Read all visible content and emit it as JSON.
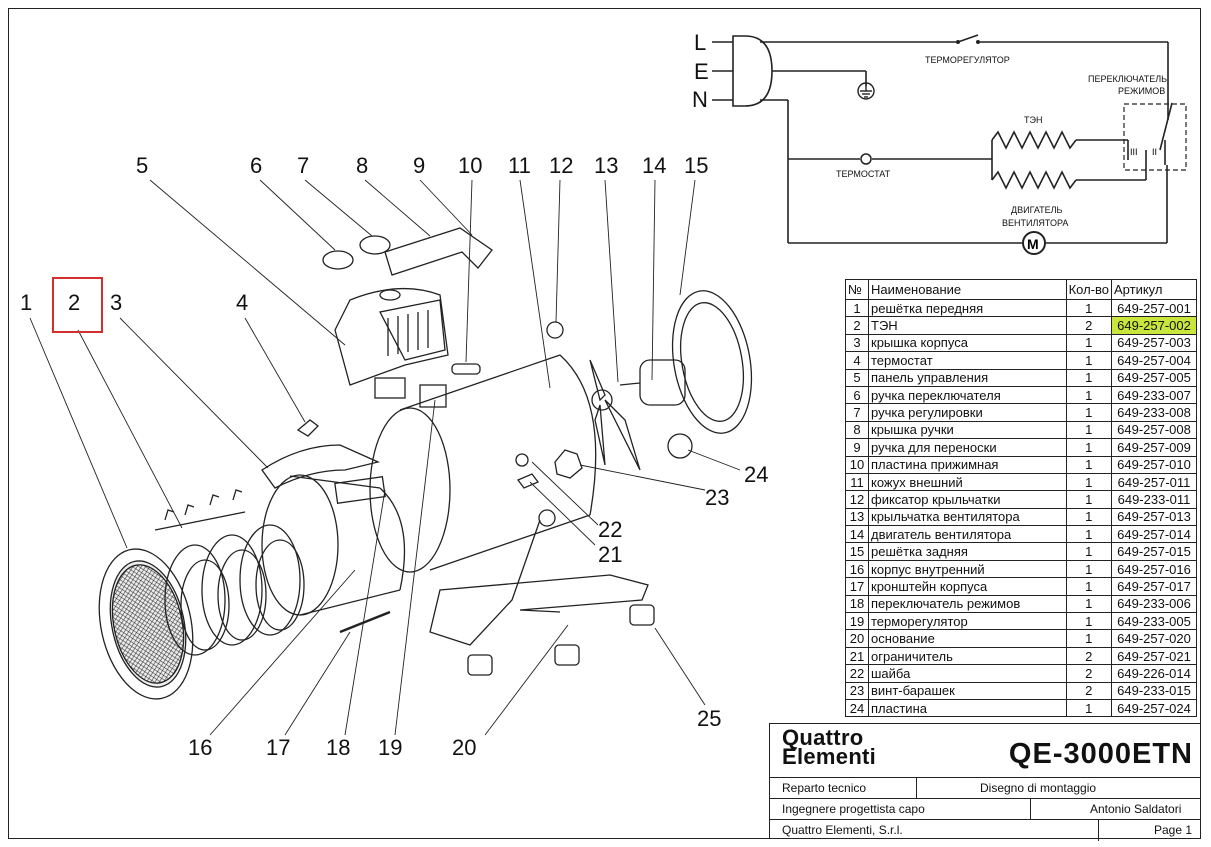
{
  "wiring": {
    "terminals": [
      "L",
      "E",
      "N"
    ],
    "thermoregulator": "ТЕРМОРЕГУЛЯТОР",
    "mode_switch_line1": "ПЕРЕКЛЮЧАТЕЛЬ",
    "mode_switch_line2": "РЕЖИМОВ",
    "heater": "ТЭН",
    "thermostat": "ТЕРМОСТАТ",
    "motor_line1": "ДВИГАТЕЛЬ",
    "motor_line2": "ВЕНТИЛЯТОРА",
    "motor_symbol": "M",
    "switch_pos_a": "III",
    "switch_pos_b": "II"
  },
  "callouts": [
    "1",
    "2",
    "3",
    "4",
    "5",
    "6",
    "7",
    "8",
    "9",
    "10",
    "11",
    "12",
    "13",
    "14",
    "15",
    "16",
    "17",
    "18",
    "19",
    "20",
    "21",
    "22",
    "23",
    "24",
    "25"
  ],
  "highlighted_callout": "2",
  "parts_table": {
    "headers": [
      "№",
      "Наименование",
      "Кол-во",
      "Артикул"
    ],
    "rows": [
      [
        "1",
        "решётка передняя",
        "1",
        "649-257-001"
      ],
      [
        "2",
        "ТЭН",
        "2",
        "649-257-002"
      ],
      [
        "3",
        "крышка корпуса",
        "1",
        "649-257-003"
      ],
      [
        "4",
        "термостат",
        "1",
        "649-257-004"
      ],
      [
        "5",
        "панель управления",
        "1",
        "649-257-005"
      ],
      [
        "6",
        "ручка переключателя",
        "1",
        "649-233-007"
      ],
      [
        "7",
        "ручка регулировки",
        "1",
        "649-233-008"
      ],
      [
        "8",
        "крышка ручки",
        "1",
        "649-257-008"
      ],
      [
        "9",
        "ручка для переноски",
        "1",
        "649-257-009"
      ],
      [
        "10",
        "пластина прижимная",
        "1",
        "649-257-010"
      ],
      [
        "11",
        "кожух внешний",
        "1",
        "649-257-011"
      ],
      [
        "12",
        "фиксатор крыльчатки",
        "1",
        "649-233-011"
      ],
      [
        "13",
        "крыльчатка вентилятора",
        "1",
        "649-257-013"
      ],
      [
        "14",
        "двигатель вентилятора",
        "1",
        "649-257-014"
      ],
      [
        "15",
        "решётка задняя",
        "1",
        "649-257-015"
      ],
      [
        "16",
        "корпус внутренний",
        "1",
        "649-257-016"
      ],
      [
        "17",
        "кронштейн корпуса",
        "1",
        "649-257-017"
      ],
      [
        "18",
        "переключатель режимов",
        "1",
        "649-233-006"
      ],
      [
        "19",
        "терморегулятор",
        "1",
        "649-233-005"
      ],
      [
        "20",
        "основание",
        "1",
        "649-257-020"
      ],
      [
        "21",
        "ограничитель",
        "2",
        "649-257-021"
      ],
      [
        "22",
        "шайба",
        "2",
        "649-226-014"
      ],
      [
        "23",
        "винт-барашек",
        "2",
        "649-233-015"
      ],
      [
        "24",
        "пластина",
        "1",
        "649-257-024"
      ]
    ],
    "highlighted_row": 1
  },
  "title_block": {
    "brand_line1": "Quattro",
    "brand_line2": "Elementi",
    "model": "QE-3000ETN",
    "dept": "Reparto tecnico",
    "drawing_type": "Disegno di montaggio",
    "role": "Ingegnere progettista capo",
    "engineer": "Antonio Saldatori",
    "company": "Quattro Elementi, S.r.l.",
    "page": "Page 1"
  },
  "colors": {
    "line": "#222222",
    "highlight_fill": "#c8e63c",
    "callout_box": "#d32f2f"
  }
}
